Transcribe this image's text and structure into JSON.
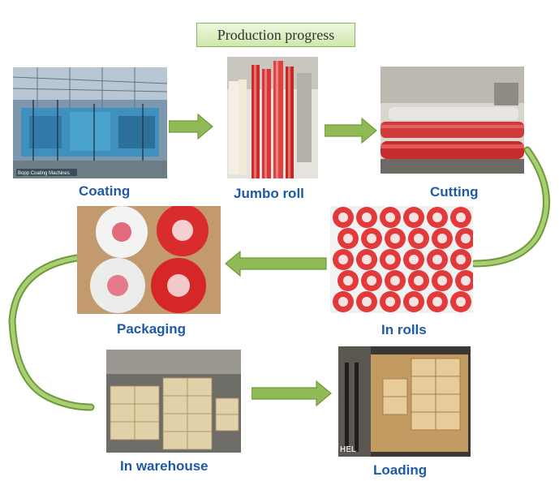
{
  "title": "Production progress",
  "steps": {
    "coating": {
      "label": "Coating",
      "photo_caption": "Bopp Coating Machines"
    },
    "jumbo_roll": {
      "label": "Jumbo roll"
    },
    "cutting": {
      "label": "Cutting"
    },
    "in_rolls": {
      "label": "In rolls"
    },
    "packaging": {
      "label": "Packaging"
    },
    "in_warehouse": {
      "label": "In warehouse"
    },
    "loading": {
      "label": "Loading"
    }
  },
  "colors": {
    "label_blue": "#1f5aa6",
    "arrow_green": "#8fba55",
    "arrow_green_dark": "#6e9a3b",
    "title_border": "#8ab35a"
  },
  "icons": {
    "flow_arrow": "right-arrow-icon",
    "flow_arrow_left": "left-arrow-icon"
  }
}
